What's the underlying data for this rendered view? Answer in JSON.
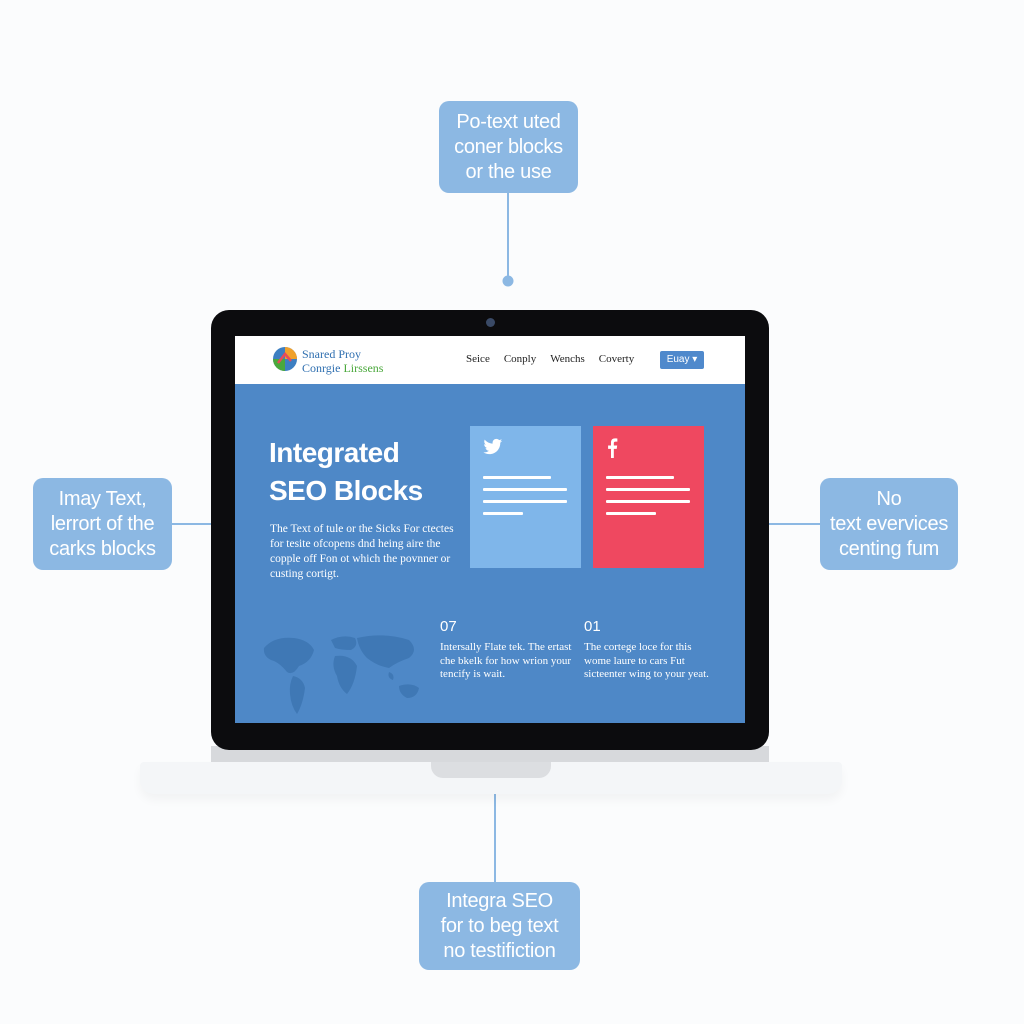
{
  "callouts": {
    "top": [
      "Po-text uted",
      "coner blocks",
      "or the use"
    ],
    "left": [
      "Imay Text,",
      "lerrort of the",
      "carks blocks"
    ],
    "right": [
      "No",
      "text evervices",
      "centing fum"
    ],
    "bottom": [
      "Integra SEO",
      "for to beg text",
      "no testifiction"
    ]
  },
  "site": {
    "logo_line1": "Snared Proy",
    "logo_line2_a": "Conrgie ",
    "logo_line2_b": "Lirssens",
    "nav": [
      "Seice",
      "Conply",
      "Wenchs",
      "Coverty"
    ],
    "nav_button": "Euay ▾",
    "hero_title_line1": "Integrated",
    "hero_title_line2": "SEO Blocks",
    "hero_body": "The Text of tule or the Sicks For ctectes for tesite ofcopens dnd heing aire the copple off Fon ot which the povnner or custing cortigt.",
    "card_twitter_icon": "twitter-icon",
    "card_facebook_icon": "facebook-icon",
    "stats": [
      {
        "num": "07",
        "text": "Intersally Flate tek. The ertast che bkelk for how wrion your tencify is wait."
      },
      {
        "num": "01",
        "text": "The cortege loce for this wome laure to cars Fut sicteenter wing to your yeat."
      }
    ]
  },
  "colors": {
    "callout": "#8cb8e3",
    "screen": "#4e88c7",
    "twitter_card": "#7fb6ea",
    "facebook_card": "#ef4860"
  }
}
